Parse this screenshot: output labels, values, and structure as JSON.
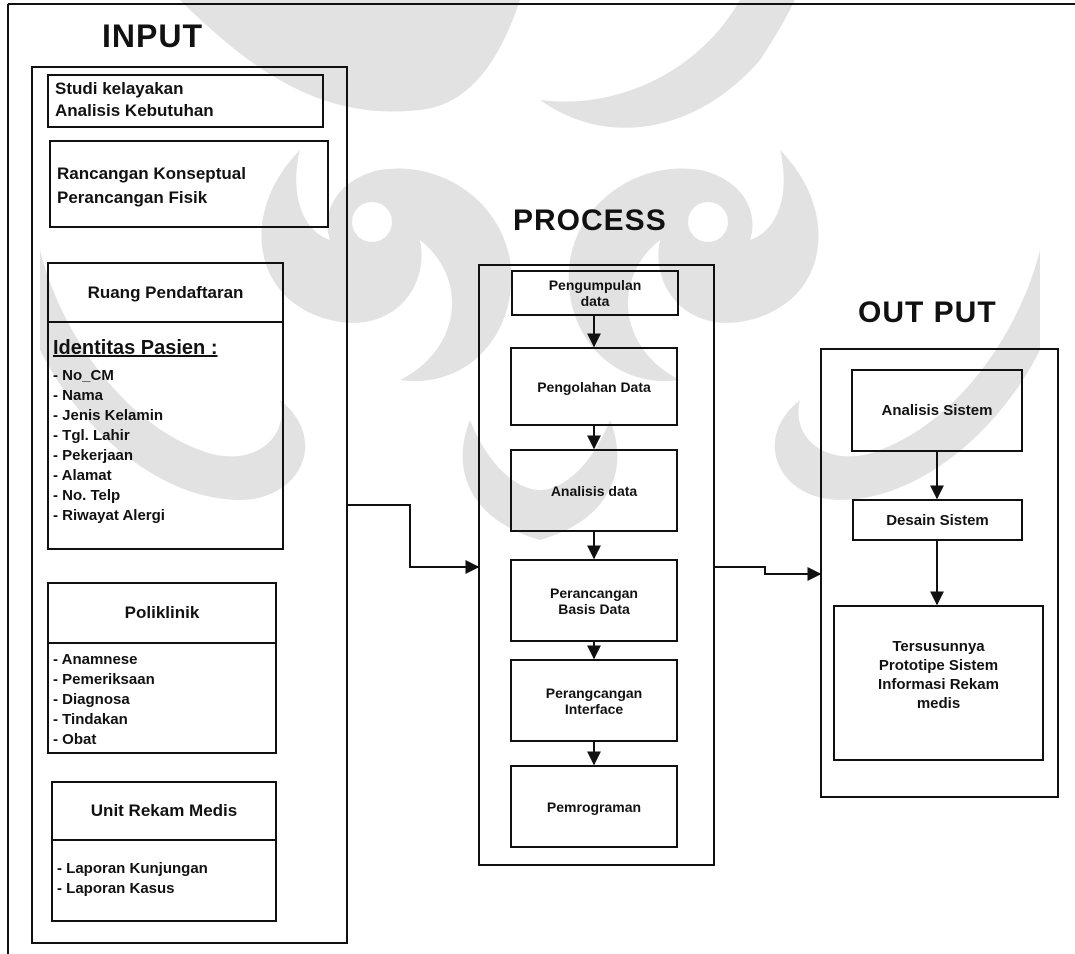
{
  "headings": {
    "input": "INPUT",
    "process": "PROCESS",
    "output": "OUT PUT"
  },
  "input": {
    "box1": {
      "line1": "Studi kelayakan",
      "line2": "Analisis Kebutuhan"
    },
    "box2": {
      "line1": "Rancangan Konseptual",
      "line2": "Perancangan Fisik"
    },
    "registration": {
      "title": "Ruang Pendaftaran",
      "subtitle": "Identitas Pasien :",
      "items": [
        "- No_CM",
        "- Nama",
        "- Jenis Kelamin",
        "- Tgl. Lahir",
        "- Pekerjaan",
        "- Alamat",
        "- No. Telp",
        "- Riwayat Alergi"
      ]
    },
    "poliklinik": {
      "title": "Poliklinik",
      "items": [
        "- Anamnese",
        "- Pemeriksaan",
        "- Diagnosa",
        "- Tindakan",
        "- Obat"
      ]
    },
    "rekam_medis": {
      "title": "Unit Rekam Medis",
      "items": [
        "- Laporan Kunjungan",
        "- Laporan Kasus"
      ]
    }
  },
  "process": {
    "steps": [
      {
        "line1": "Pengumpulan",
        "line2": "data"
      },
      {
        "line1": "Pengolahan Data",
        "line2": ""
      },
      {
        "line1": "Analisis data",
        "line2": ""
      },
      {
        "line1": "Perancangan",
        "line2": "Basis Data"
      },
      {
        "line1": "Perangcangan",
        "line2": "Interface"
      },
      {
        "line1": "Pemrograman",
        "line2": ""
      }
    ]
  },
  "output": {
    "steps": [
      {
        "text": "Analisis Sistem"
      },
      {
        "text": "Desain Sistem"
      },
      {
        "line1": "Tersusunnya",
        "line2": "Prototipe Sistem",
        "line3": "Informasi Rekam",
        "line4": "medis"
      }
    ]
  },
  "colors": {
    "line": "#111111",
    "watermark": "#d9d9d9"
  }
}
